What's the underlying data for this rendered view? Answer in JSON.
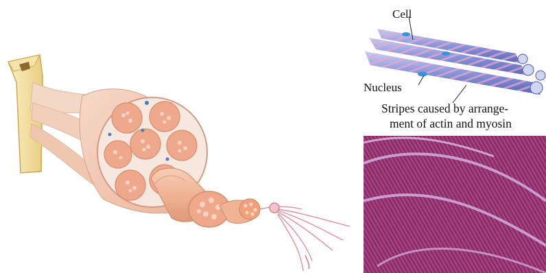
{
  "labels": {
    "cell": "Cell",
    "nucleus": "Nucleus",
    "stripes_line1": "Stripes caused by arrange-",
    "stripes_line2": "ment of actin and myosin"
  },
  "colors": {
    "bone": "#f2dfa0",
    "bone_outline": "#c9a856",
    "tendon": "#f2d0bd",
    "muscle_flesh": "#f2b8a0",
    "fascicle_fill": "#eea98c",
    "fiber_dot": "#f7d3c3",
    "perimysium": "#f6e7df",
    "nucleus_blue": "#4a7fc0",
    "fiber_blue": "#7f8fd6",
    "fiber_pink": "#e9a6c9",
    "tissue_magenta": "#a6407f",
    "tissue_stripe": "#7e2a60",
    "tissue_light": "#d7b6e8"
  },
  "icons": [
    "bone-illustration",
    "muscle-cross-section",
    "myofibril-strands",
    "micrograph-skeletal-muscle"
  ]
}
